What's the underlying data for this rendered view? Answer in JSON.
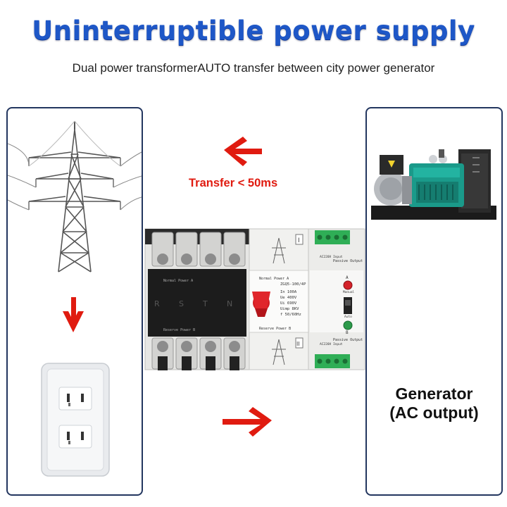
{
  "title": "Uninterruptible power supply",
  "subtitle": "Dual power transformerAUTO transfer between city power generator",
  "transfer_label": "Transfer < 50ms",
  "generator_label_line1": "Generator",
  "generator_label_line2": "(AC output)",
  "device": {
    "model": "ZGQ5-100/4P",
    "specs": [
      "In   100A",
      "Ue   400V",
      "Ui   690V",
      "Uimp 8KV",
      "f    50/60Hz"
    ],
    "phase_letters": [
      "R",
      "S",
      "T",
      "N"
    ],
    "normal_power": "Normal Power A",
    "reserve_power": "Reserve Power B",
    "roman_top": "I",
    "roman_bottom": "II",
    "input_label": "AC220V Input",
    "passive_output": "Passive Output",
    "manual_label": "Manual",
    "auto_label": "Auto",
    "a_label": "A",
    "b_label": "B"
  },
  "colors": {
    "title_blue": "#1e57c7",
    "arrow_red": "#e01b10",
    "panel_border": "#23365f",
    "generator_green": "#1a9a8a"
  }
}
